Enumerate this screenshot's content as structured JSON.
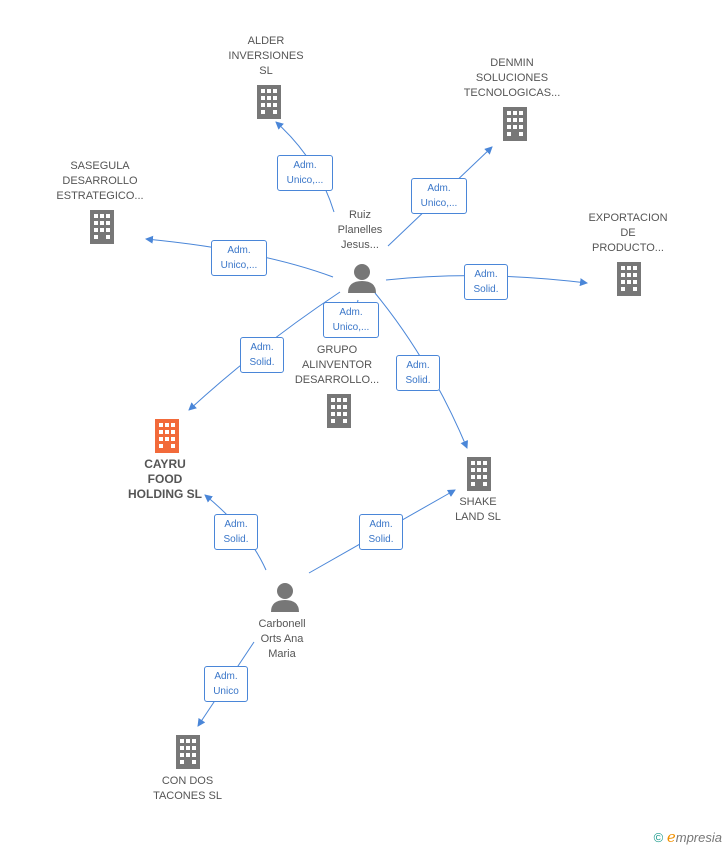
{
  "colors": {
    "edge": "#4a86d8",
    "building": "#777777",
    "building_highlight": "#f26a3a",
    "person": "#777777"
  },
  "nodes": {
    "alder": {
      "label": [
        "ALDER",
        "INVERSIONES",
        "SL"
      ],
      "icon": "building-icon"
    },
    "denmin": {
      "label": [
        "DENMIN",
        "SOLUCIONES",
        "TECNOLOGICAS..."
      ],
      "icon": "building-icon"
    },
    "sasegula": {
      "label": [
        "SASEGULA",
        "DESARROLLO",
        "ESTRATEGICO..."
      ],
      "icon": "building-icon"
    },
    "exportacion": {
      "label": [
        "EXPORTACION",
        "DE",
        "PRODUCTO..."
      ],
      "icon": "building-icon"
    },
    "ruiz": {
      "label": [
        "Ruiz",
        "Planelles",
        "Jesus..."
      ],
      "icon": "person-icon"
    },
    "grupo": {
      "label": [
        "GRUPO",
        "ALINVENTOR",
        "DESARROLLO..."
      ],
      "icon": "building-icon"
    },
    "cayru": {
      "label": [
        "CAYRU",
        "FOOD",
        "HOLDING  SL"
      ],
      "icon": "building-icon"
    },
    "shake": {
      "label": [
        "SHAKE",
        "LAND  SL"
      ],
      "icon": "building-icon"
    },
    "carbonell": {
      "label": [
        "Carbonell",
        "Orts Ana",
        "Maria"
      ],
      "icon": "person-icon"
    },
    "condos": {
      "label": [
        "CON DOS",
        "TACONES SL"
      ],
      "icon": "building-icon"
    }
  },
  "edges": [
    {
      "label": [
        "Adm.",
        "Unico,..."
      ]
    },
    {
      "label": [
        "Adm.",
        "Unico,..."
      ]
    },
    {
      "label": [
        "Adm.",
        "Unico,..."
      ]
    },
    {
      "label": [
        "Adm.",
        "Solid."
      ]
    },
    {
      "label": [
        "Adm.",
        "Unico,..."
      ]
    },
    {
      "label": [
        "Adm.",
        "Solid."
      ]
    },
    {
      "label": [
        "Adm.",
        "Solid."
      ]
    },
    {
      "label": [
        "Adm.",
        "Solid."
      ]
    },
    {
      "label": [
        "Adm.",
        "Solid."
      ]
    },
    {
      "label": [
        "Adm.",
        "Unico"
      ]
    }
  ],
  "watermark": {
    "copyright": "©",
    "brand_initial": "e",
    "brand_rest": "mpresia"
  }
}
